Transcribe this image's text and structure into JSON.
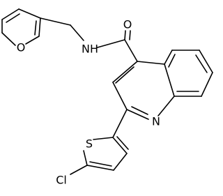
{
  "molecule": {
    "atoms": {
      "O_furan": "O",
      "NH_amide": "NH",
      "O_carbonyl": "O",
      "N_quinoline": "N",
      "S_thiophene": "S",
      "Cl": "Cl"
    }
  }
}
